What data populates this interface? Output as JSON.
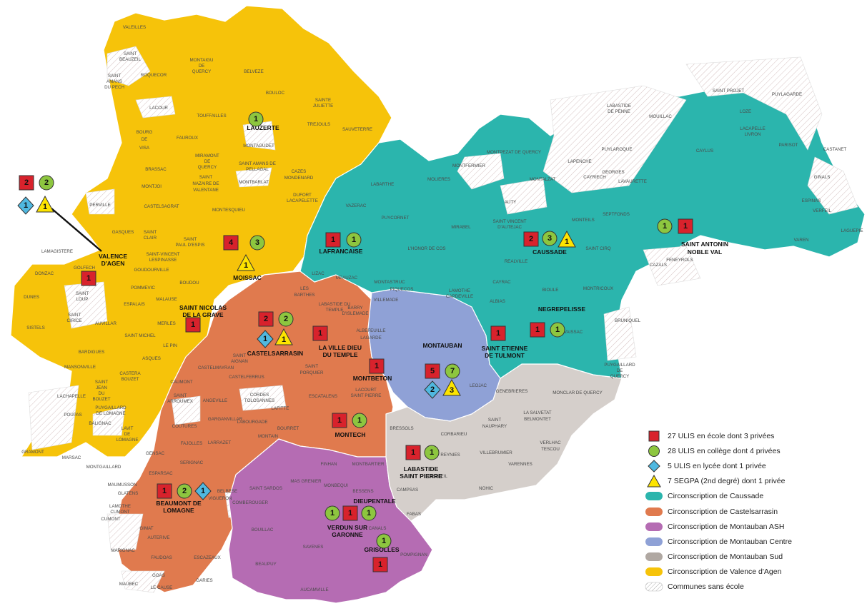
{
  "colors": {
    "caussade": "#2bb5ad",
    "castelsarrasin": "#e07a4e",
    "montauban_ash": "#b56cb3",
    "montauban_centre": "#8fa1d6",
    "montauban_sud": "#d5cfcb",
    "valence": "#f6c30a",
    "ulis_ecole": "#d8222c",
    "ulis_college": "#8dc63f",
    "ulis_lycee": "#50b8e0",
    "segpa": "#fde400"
  },
  "legend": {
    "ulis_ecole": "27 ULIS en école dont 3 privées",
    "ulis_college": "28 ULIS en collège dont 4 privées",
    "ulis_lycee": "5 ULIS en lycée dont 1 privée",
    "segpa": "7 SEGPA (2nd degré) dont 1 privée",
    "caussade": "Circonscription de Caussade",
    "castelsarrasin": "Circonscription de Castelsarrasin",
    "montauban_ash": "Circonscription de Montauban ASH",
    "montauban_centre": "Circonscription de Montauban Centre",
    "montauban_sud": "Circonscription de Montauban Sud",
    "valence": "Circonscription de Valence d'Agen",
    "sans_ecole": "Communes sans école"
  },
  "cities": {
    "lauzerte": "LAUZERTE",
    "valence1": "VALENCE",
    "valence2": "D'AGEN",
    "moissac": "MOISSAC",
    "lafrancaise": "LAFRANCAISE",
    "caussade": "CAUSSADE",
    "saint_antonin1": "SAINT ANTONIN",
    "saint_antonin2": "NOBLE VAL",
    "snlg1": "SAINT NICOLAS",
    "snlg2": "DE LA GRAVE",
    "castelsarrasin": "CASTELSARRASIN",
    "lvdt1": "LA VILLE DIEU",
    "lvdt2": "DU TEMPLE",
    "montauban": "MONTAUBAN",
    "montbeton": "MONTBETON",
    "negrepelisse": "NEGREPELISSE",
    "set1": "SAINT ETIENNE",
    "set2": "DE TULMONT",
    "montech": "MONTECH",
    "lsp1": "LABASTIDE",
    "lsp2": "SAINT PIERRE",
    "beaumont1": "BEAUMONT DE",
    "beaumont2": "LOMAGNE",
    "dieupentale": "DIEUPENTALE",
    "verdun1": "VERDUN SUR",
    "verdun2": "GARONNE",
    "grisolles": "GRISOLLES"
  },
  "communes": {
    "c1": "VALEILLES",
    "c2": "MONTAIGU",
    "c3": "DE",
    "c4": "QUERCY",
    "c5": "SAINT",
    "c6": "BEAUZEIL",
    "c7": "ROQUECOR",
    "c8": "BELVEZE",
    "c9": "SAINT",
    "c10": "AMANS",
    "c11": "DU PECH",
    "c12": "BOULOC",
    "c13": "SAINTE",
    "c14": "JULIETTE",
    "c15": "LACOUR",
    "c16": "TOUFFAILLES",
    "c17": "TREJOULS",
    "c18": "SAUVETERRE",
    "c19": "BOURG",
    "c20": "DE",
    "c21": "VISA",
    "c22": "FAUROUX",
    "c23": "MONTAGUDET",
    "c24": "MIRAMONT",
    "c25": "DE",
    "c26": "QUERCY",
    "c27": "SAINT AMANS DE",
    "c28": "PELLAGAL",
    "c29": "BRASSAC",
    "c30": "CAZES",
    "c31": "MONDENARD",
    "c32": "SAINT",
    "c33": "NAZAIRE DE",
    "c34": "VALENTANE",
    "c35": "MONTBARLAT",
    "c36": "MONTJOI",
    "c37": "DUFORT",
    "c38": "LACAPELETTE",
    "c39": "PERVILLE",
    "c40": "CASTELSAGRAT",
    "c41": "MONTESQUIEU",
    "c42": "GASQUES",
    "c43": "SAINT",
    "c44": "CLAIR",
    "c45": "SAINT",
    "c46": "PAUL D'ESPIS",
    "c47": "LAMAGISTERE",
    "c48": "SAINT-VINCENT",
    "c49": "LESPINASSE",
    "c50": "GOLFECH",
    "c51": "GOUDOURVILLE",
    "c52": "DONZAC",
    "c53": "POMMEVIC",
    "c54": "BOUDOU",
    "c55": "DUNES",
    "c56": "SAINT",
    "c57": "LOUP",
    "c58": "ESPALAIS",
    "c59": "MALAUSE",
    "c60": "SAINT",
    "c61": "CIRICE",
    "c62": "AUVILLAR",
    "c63": "MERLES",
    "c64": "SISTELS",
    "c65": "SAINT MICHEL",
    "c66": "BARDIGUES",
    "c67": "LE PIN",
    "c68": "ASQUES",
    "c69": "MANSONVILLE",
    "c70": "CASTERA",
    "c71": "BOUZET",
    "c72": "LACHAPELLE",
    "c73": "SAINT",
    "c74": "JEAN",
    "c75": "DU",
    "c76": "BOUZET",
    "c77": "POUPAS",
    "c78": "PUYGAILLARD",
    "c79": "DE LOMAGNE",
    "c80": "BALIGNAC",
    "c81": "LAVIT",
    "c82": "DE",
    "c83": "LOMAGNE",
    "c84": "GRAMONT",
    "c85": "MARSAC",
    "c86": "MONTGAILLARD",
    "c87": "CAUMONT",
    "c88": "CASTELMAYRAN",
    "c89": "SAINT",
    "c90": "AIGNAN",
    "c91": "SAINT",
    "c92": "ARROUMEX",
    "c93": "ANGEVILLE",
    "c94": "CASTELFERRUS",
    "c95": "GARGANVILLAR",
    "c96": "COUTURES",
    "c97": "CORDES",
    "c98": "TOLOSANNES",
    "c99": "FAJOLLES",
    "c100": "LAFITTE",
    "c101": "LABOURGADE",
    "c102": "GENSAC",
    "c103": "LARRAZET",
    "c104": "MONTAIN",
    "c105": "BOURRET",
    "c106": "SERIGNAC",
    "c107": "ESPARSAC",
    "c108": "MAUMUSSON",
    "c109": "GLATENS",
    "c110": "BELBESE",
    "c111": "VIGUERON",
    "c112": "LAMOTHE",
    "c113": "CUMONT",
    "c114": "CUMONT",
    "c115": "GIMAT",
    "c116": "AUTERIVE",
    "c117": "MARIGNAC",
    "c118": "FAUDOAS",
    "c119": "ESCAZEAUX",
    "c120": "GOAS",
    "c121": "GARIES",
    "c122": "MAUBEC",
    "c123": "LE CAUSE",
    "c124": "SAINT",
    "c125": "PORQUIER",
    "c126": "ESCATALENS",
    "c127": "LACOURT",
    "c128": "SAINT PIERRE",
    "c129": "FINHAN",
    "c130": "MONTBARTIER",
    "c131": "LES",
    "c132": "BARTHES",
    "c133": "LABASTIDE DU",
    "c134": "TEMPLE",
    "c135": "MEAUZAC",
    "c136": "BARRY",
    "c137": "D'ISLEMADE",
    "c138": "ALBEFEUILLE",
    "c139": "LAGARDE",
    "c140": "VILLEMADE",
    "c141": "LIZAC",
    "c142": "MONTASTRUC",
    "c143": "PIQUECOS",
    "c144": "LAMOTHE",
    "c145": "CAPDEVILLE",
    "c146": "LEOJAC",
    "c147": "BRESSOLS",
    "c148": "CORBARIEU",
    "c149": "REYNIES",
    "c150": "VILLEBRUMIER",
    "c151": "ORGUEIL",
    "c152": "NOHIC",
    "c153": "VARENNES",
    "c154": "CAMPSAS",
    "c155": "SAINT",
    "c156": "NAUPHARY",
    "c157": "LA SALVETAT",
    "c158": "BELMONTET",
    "c159": "VERLHAC",
    "c160": "TESCOU",
    "c161": "GENEBRIERES",
    "c162": "MONCLAR DE QUERCY",
    "c163": "SAINT SARDOS",
    "c164": "MAS GRENIER",
    "c165": "COMBEROUGER",
    "c166": "MONBEQUI",
    "c167": "BESSENS",
    "c168": "BOUILLAC",
    "c169": "CANALS",
    "c170": "FABAS",
    "c171": "SAVENES",
    "c172": "BEAUPUY",
    "c173": "POMPIGNAN",
    "c174": "AUCAMVILLE",
    "c175": "MONTPEZAT DE QUERCY",
    "c176": "MONTFERMIER",
    "c177": "LABARTHE",
    "c178": "MOLIERES",
    "c179": "VAZERAC",
    "c180": "PUYCORNET",
    "c181": "MIRABEL",
    "c182": "L'HONOR DE COS",
    "c183": "REALVILLE",
    "c184": "CAYRAC",
    "c185": "ALBIAS",
    "c186": "BIOULE",
    "c187": "MONTRICOUX",
    "c188": "VAISSAC",
    "c189": "BRUNIQUEL",
    "c190": "PUYGAILLARD",
    "c191": "DE",
    "c192": "QUERCY",
    "c193": "MONTALZAT",
    "c194": "AUTY",
    "c195": "SAINT VINCENT",
    "c196": "D'AUTEJAC",
    "c197": "MONTEILS",
    "c198": "SEPTFONDS",
    "c199": "SAINT CIRQ",
    "c200": "CAZALS",
    "c201": "FENEYROLS",
    "c202": "LAPENCHE",
    "c203": "PUYLAROQUE",
    "c204": "CAYRIECH",
    "c205": "GEORGES",
    "c206": "LAVAURETTE",
    "c207": "LABASTIDE",
    "c208": "DE PENNE",
    "c209": "MOUILLAC",
    "c210": "CAYLUS",
    "c211": "SAINT PROJET",
    "c212": "PUYLAGARDE",
    "c213": "LOZE",
    "c214": "LACAPELLE",
    "c215": "LIVRON",
    "c216": "PARISOT",
    "c217": "CASTANET",
    "c218": "GINALS",
    "c219": "ESPINAS",
    "c220": "VERFEIL",
    "c221": "VAREN",
    "c222": "LAGUEPIE"
  },
  "counts": {
    "lauzerte_college": "1",
    "valence_ecole": "2",
    "valence_college": "2",
    "valence_lycee": "1",
    "valence_segpa": "1",
    "golfech_ecole": "1",
    "moissac_ecole": "4",
    "moissac_college": "3",
    "moissac_segpa": "1",
    "lafrancaise_ecole": "1",
    "lafrancaise_college": "1",
    "caussade_ecole": "2",
    "caussade_college": "3",
    "caussade_segpa": "1",
    "stantonin_college": "1",
    "stantonin_ecole": "1",
    "snlg_ecole": "1",
    "castel_ecole": "2",
    "castel_college": "2",
    "castel_lycee": "1",
    "castel_segpa": "1",
    "lvdt_ecole": "1",
    "montbeton_ecole": "1",
    "montauban_ecole": "5",
    "montauban_college": "7",
    "montauban_lycee": "2",
    "montauban_segpa": "3",
    "set_ecole": "1",
    "negre_ecole": "1",
    "negre_college": "1",
    "montech_ecole": "1",
    "montech_college": "1",
    "lsp_ecole": "1",
    "lsp_college": "1",
    "beaumont_ecole": "1",
    "beaumont_college": "2",
    "beaumont_lycee": "1",
    "verdun_college1": "1",
    "verdun_ecole": "1",
    "verdun_college2": "1",
    "grisolles_college": "1",
    "grisolles_ecole": "1"
  }
}
